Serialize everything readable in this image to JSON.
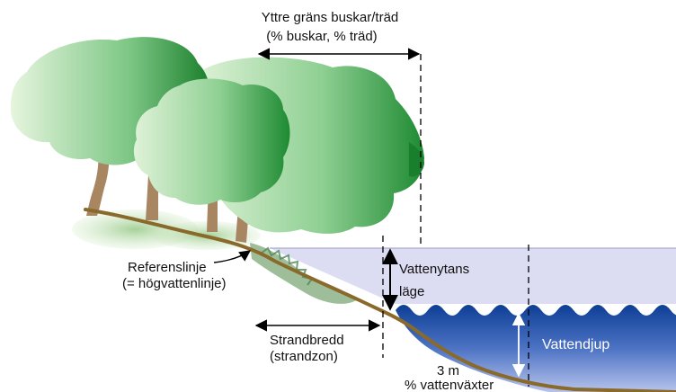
{
  "labels": {
    "outer_boundary_line1": "Yttre gräns buskar/träd",
    "outer_boundary_line2": "(% buskar, % träd)",
    "reference_line1": "Referenslinje",
    "reference_line2": "(= högvattenlinje)",
    "water_surface_line1": "Vattenytans",
    "water_surface_line2": "läge",
    "water_depth": "Vattendjup",
    "shore_width_line1": "Strandbredd",
    "shore_width_line2": "(strandzon)",
    "depth_3m": "3 m",
    "water_plants": "% vattenväxter"
  },
  "colors": {
    "tree_dark": "#1e8a32",
    "tree_light": "#dff2d8",
    "trunk": "#a88662",
    "shoreline": "#8a6a2a",
    "grass": "#a8d09a",
    "water_surface_band": "#dcdcf2",
    "water_top": "#0d3f96",
    "water_bottom": "#b6c3ec"
  },
  "icons": {
    "arrows": "double-headed-arrow",
    "boundary_lines": "dashed-vertical-line"
  }
}
